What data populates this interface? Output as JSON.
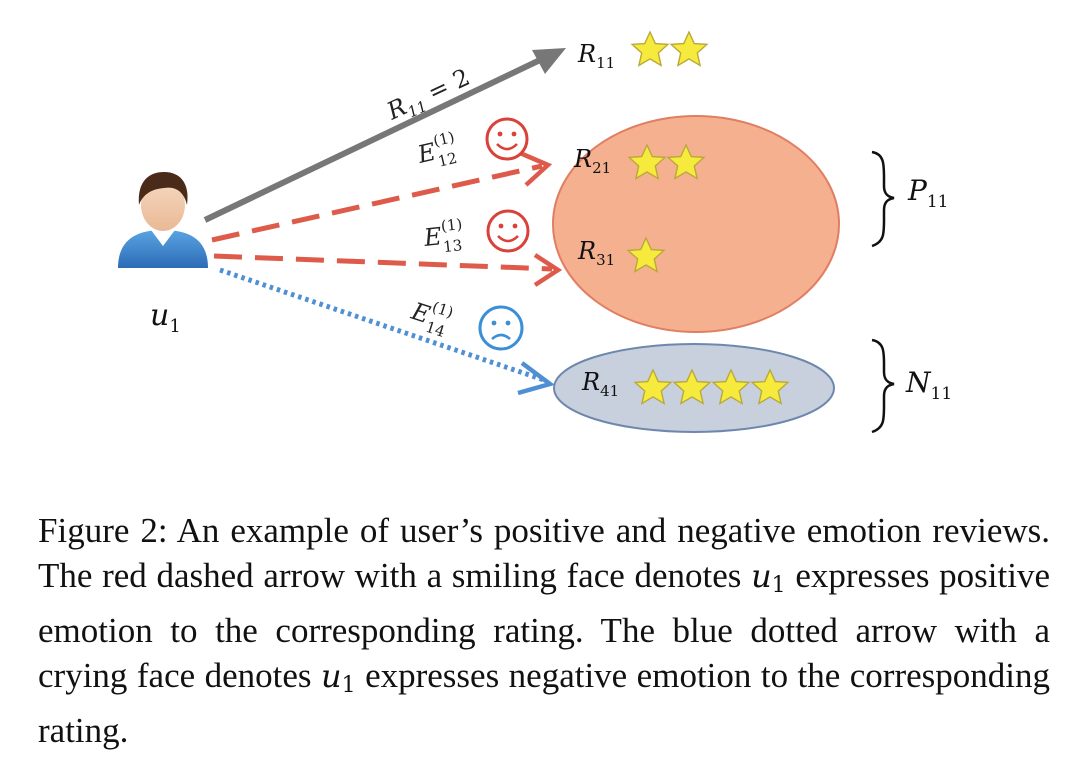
{
  "diagram": {
    "user_label": "u",
    "user_label_sub": "1",
    "edge_r11": {
      "base": "R",
      "sub": "11",
      "rest": " = 2"
    },
    "edge_e12": {
      "base": "E",
      "sup": "(1)",
      "sub": "12",
      "face": "smiling-face"
    },
    "edge_e13": {
      "base": "E",
      "sup": "(1)",
      "sub": "13",
      "face": "smiling-face"
    },
    "edge_e14": {
      "base": "E",
      "sup": "(1)",
      "sub": "14",
      "face": "sad-face"
    },
    "items": [
      {
        "base": "R",
        "sub": "11",
        "stars": 2
      },
      {
        "base": "R",
        "sub": "21",
        "stars": 2
      },
      {
        "base": "R",
        "sub": "31",
        "stars": 1
      },
      {
        "base": "R",
        "sub": "41",
        "stars": 4
      }
    ],
    "set_positive": {
      "base": "P",
      "sub": "11"
    },
    "set_negative": {
      "base": "N",
      "sub": "11"
    },
    "colors": {
      "positive_arrow": "#de5a4a",
      "negative_arrow": "#4f8fd4",
      "rating_arrow": "#777777",
      "positive_ellipse": "#f4b08f",
      "negative_ellipse": "#c8d0de",
      "star": "#f6ea3c"
    }
  },
  "caption": {
    "part1": "Figure 2: An example of user’s positive and negative emotion reviews. The red dashed arrow with a smiling face denotes ",
    "var1": "u",
    "var1_sub": "1",
    "part2": " expresses positive emotion to the corresponding rating. The blue dotted arrow with a crying face denotes ",
    "var2": "u",
    "var2_sub": "1",
    "part3": " expresses negative emotion to the corresponding rating."
  }
}
